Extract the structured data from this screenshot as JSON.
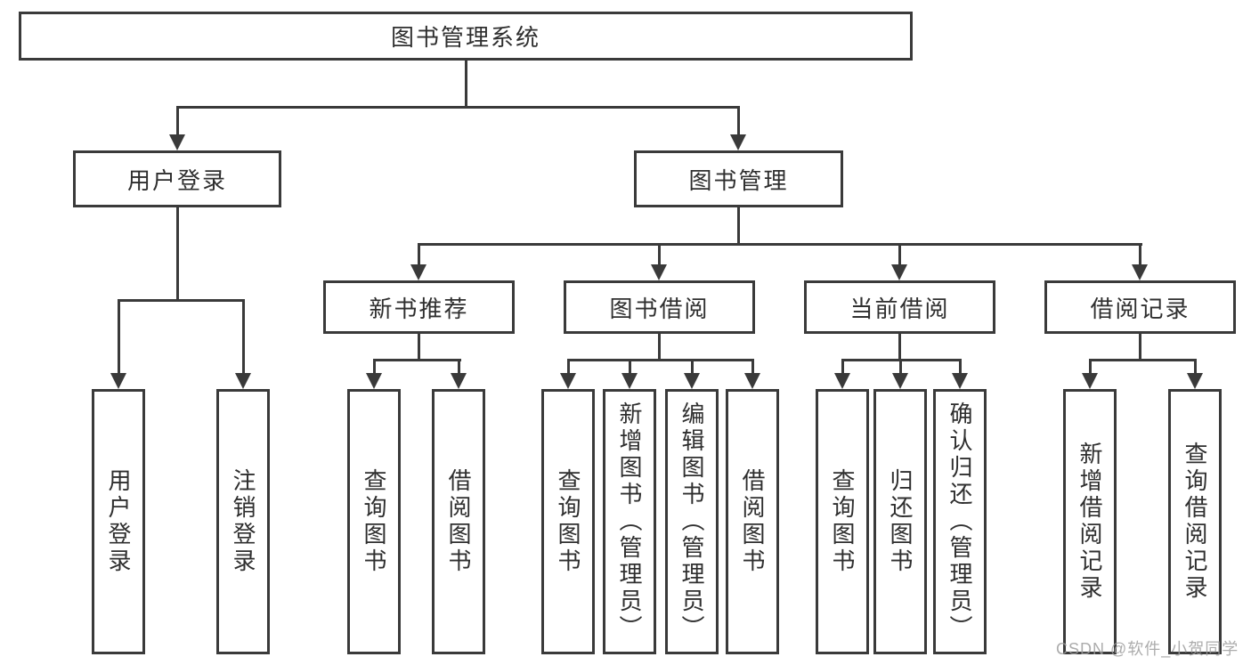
{
  "diagram": {
    "root": {
      "label": "图书管理系统"
    },
    "level2": [
      {
        "label": "用户登录"
      },
      {
        "label": "图书管理"
      }
    ],
    "level3": [
      {
        "label": "新书推荐"
      },
      {
        "label": "图书借阅"
      },
      {
        "label": "当前借阅"
      },
      {
        "label": "借阅记录"
      }
    ],
    "leaves": [
      {
        "label": "用户登录"
      },
      {
        "label": "注销登录"
      },
      {
        "label": "查询图书"
      },
      {
        "label": "借阅图书"
      },
      {
        "label": "查询图书"
      },
      {
        "label": "新增图书（管理员）"
      },
      {
        "label": "编辑图书（管理员）"
      },
      {
        "label": "借阅图书"
      },
      {
        "label": "查询图书"
      },
      {
        "label": "归还图书"
      },
      {
        "label": "确认归还（管理员）"
      },
      {
        "label": "新增借阅记录"
      },
      {
        "label": "查询借阅记录"
      }
    ]
  },
  "watermark": {
    "text": "CSDN @软件_小贺同学"
  },
  "colors": {
    "line": "#3a3a3a",
    "text": "#2f2f2f",
    "background": "#ffffff",
    "watermark": "#9e9e9e"
  }
}
